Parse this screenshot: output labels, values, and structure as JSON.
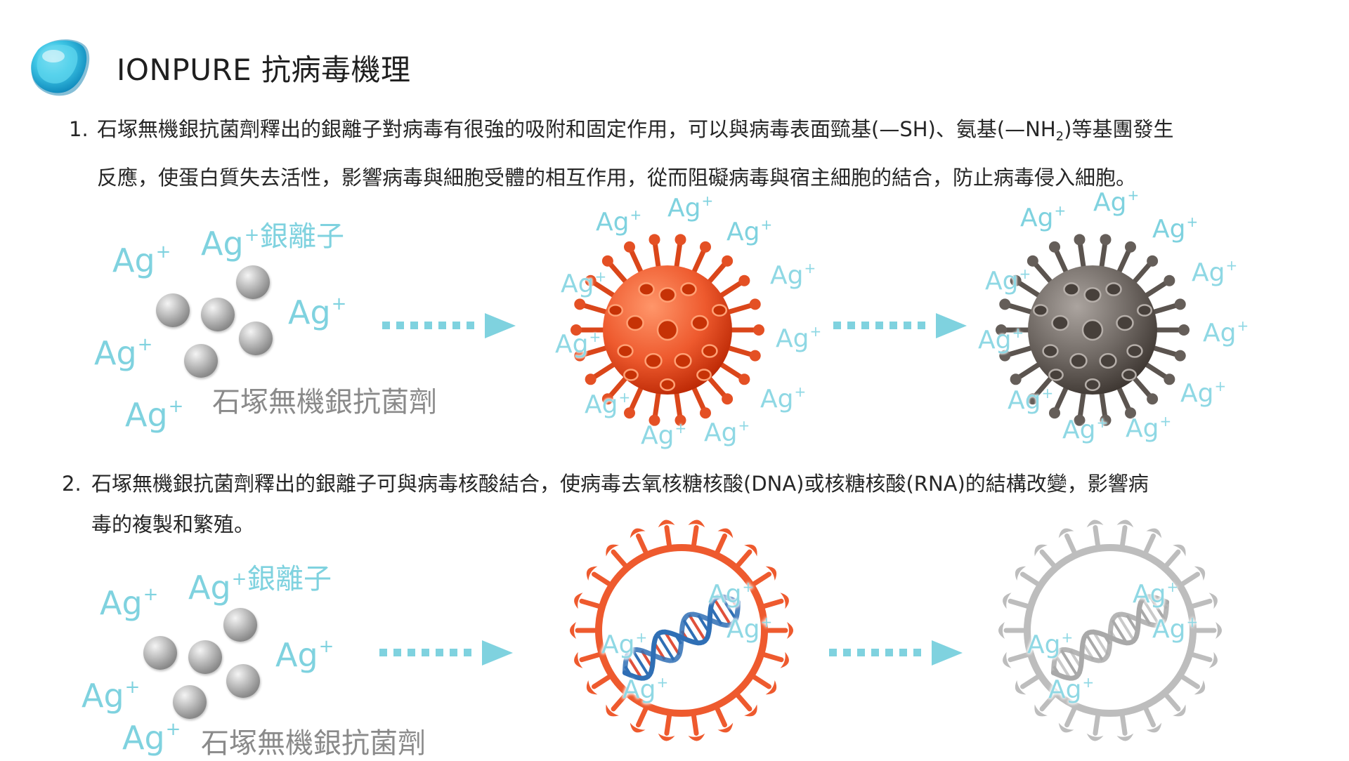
{
  "title": "IONPURE 抗病毒機理",
  "step1": {
    "num": "1.",
    "line1_a": "石塚無機銀抗菌劑釋出的銀離子對病毒有很強的吸附和固定作用，可以與病毒表面巰基(—SH)、氨基(—NH",
    "line1_sub": "2",
    "line1_b": ")等基團發生",
    "line2": "反應，使蛋白質失去活性，影響病毒與細胞受體的相互作用，從而阻礙病毒與宿主細胞的結合，防止病毒侵入細胞。"
  },
  "step2": {
    "num": "2.",
    "line1": "石塚無機銀抗菌劑釋出的銀離子可與病毒核酸結合，使病毒去氧核糖核酸(DNA)或核糖核酸(RNA)的結構改變，影響病",
    "line2": "毒的複製和繁殖。"
  },
  "labels": {
    "silver_ion": "銀離子",
    "agent": "石塚無機銀抗菌劑",
    "ion_base": "Ag",
    "ion_charge": "+"
  },
  "colors": {
    "accent": "#7fd2df",
    "virus_active": "#ee5a2e",
    "virus_inactive": "#6f6863",
    "virus_faded": "#bdbdbd",
    "dna_blue": "#2f6fb5",
    "dna_red": "#e0503a"
  }
}
